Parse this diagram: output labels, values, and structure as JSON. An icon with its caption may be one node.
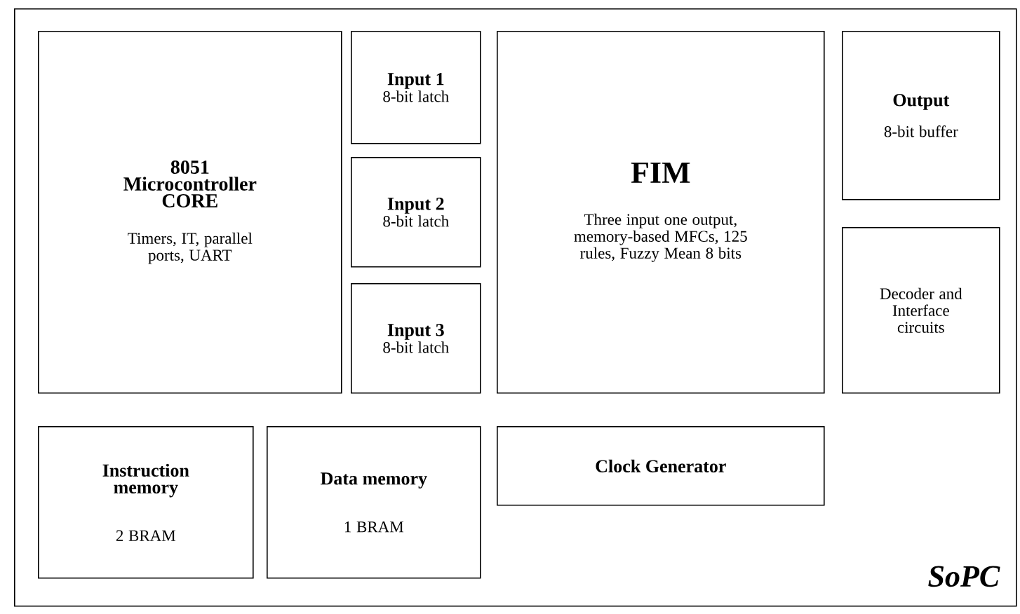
{
  "diagram": {
    "nodes": [
      {
        "text": [
          "SoPC"
        ]
      },
      {
        "text": [
          "8051 Microcontroller CORE",
          "Timers, IT, parallel ports, UART"
        ],
        "in": 0
      },
      {
        "text": [
          "Input 1",
          "8-bit latch"
        ],
        "in": 0
      },
      {
        "text": [
          "Input 2",
          "8-bit latch"
        ],
        "in": 0
      },
      {
        "text": [
          "Input 3",
          "8-bit latch"
        ],
        "in": 0
      },
      {
        "text": [
          "FIM",
          "Three input one output, memory-based MFCs, 125 rules, Fuzzy Mean 8 bits"
        ],
        "in": 0
      },
      {
        "text": [
          "Output",
          "8-bit buffer"
        ],
        "in": 0
      },
      {
        "text": [
          "Decoder and Interface circuits"
        ],
        "in": 0
      },
      {
        "text": [
          "Instruction memory",
          "2 BRAM"
        ],
        "in": 0
      },
      {
        "text": [
          "Data memory",
          "1 BRAM"
        ],
        "in": 0
      },
      {
        "text": [
          "Clock Generator"
        ],
        "in": 0
      }
    ],
    "edges": []
  }
}
